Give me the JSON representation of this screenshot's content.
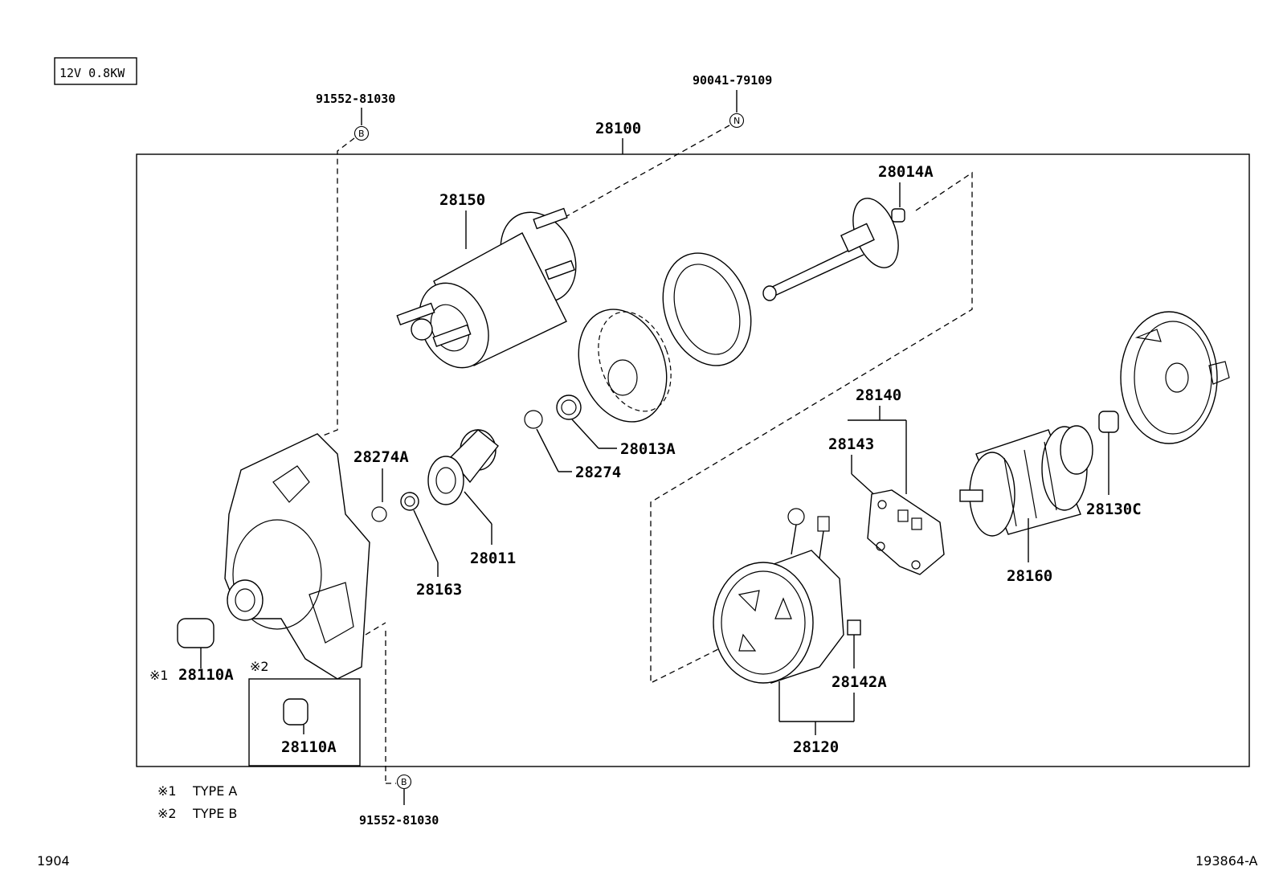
{
  "spec_box": "12V 0.8KW",
  "assembly_no": "28100",
  "bolt_top": {
    "part_no": "91552-81030",
    "tag": "B"
  },
  "bolt_bottom": {
    "part_no": "91552-81030",
    "tag": "B"
  },
  "nut": {
    "part_no": "90041-79109",
    "tag": "N"
  },
  "parts": {
    "p28150": "28150",
    "p28014A": "28014A",
    "p28140": "28140",
    "p28143": "28143",
    "p28274A": "28274A",
    "p28013A": "28013A",
    "p28274": "28274",
    "p28011": "28011",
    "p28163": "28163",
    "p28130C": "28130C",
    "p28160": "28160",
    "p28142A": "28142A",
    "p28120": "28120",
    "p28110A_1": "28110A",
    "p28110A_2": "28110A"
  },
  "marks": {
    "note1": "※1",
    "note2": "※2"
  },
  "legend": [
    {
      "mark": "※1",
      "text": "TYPE A"
    },
    {
      "mark": "※2",
      "text": "TYPE B"
    }
  ],
  "footer_left": "1904",
  "footer_right": "193864-A"
}
